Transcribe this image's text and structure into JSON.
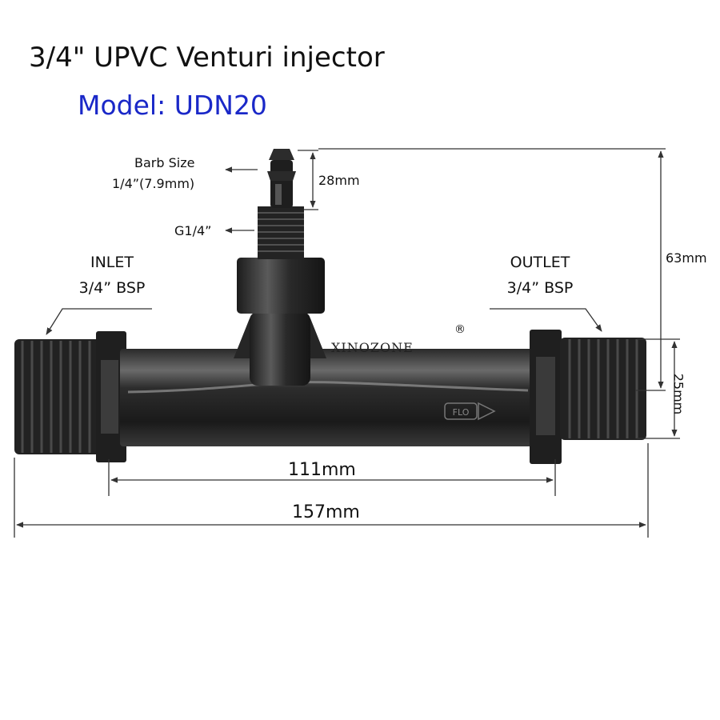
{
  "title": "3/4\" UPVC Venturi injector",
  "model": "Model: UDN20",
  "callouts": {
    "barb_label": "Barb Size",
    "barb_value": "1/4”(7.9mm)",
    "thread": "G1/4”",
    "inlet_label": "INLET",
    "inlet_thread": "3/4” BSP",
    "outlet_label": "OUTLET",
    "outlet_thread": "3/4” BSP"
  },
  "dimensions": {
    "barb_height": "28mm",
    "total_height": "63mm",
    "pipe_diameter": "25mm",
    "body_length": "111mm",
    "total_length": "157mm"
  },
  "brand": {
    "name": "XINOZONE",
    "mark": "®",
    "flow_text": "FLO"
  },
  "colors": {
    "title": "#111111",
    "model": "#1a28c8",
    "part": "#1b1b1b",
    "dimension_line": "#333333"
  }
}
